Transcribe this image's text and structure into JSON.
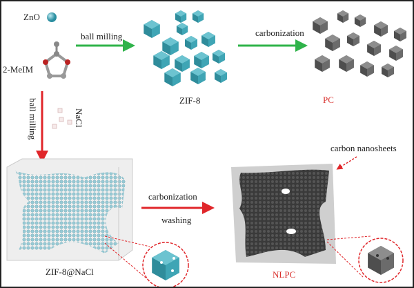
{
  "labels": {
    "zno": "ZnO",
    "memim": "2-MeIM",
    "ball_milling_top": "ball milling",
    "zif8": "ZIF-8",
    "carbonization_top": "carbonization",
    "pc": "PC",
    "ball_milling_side": "ball milling",
    "nacl": "NaCl",
    "zif8_nacl": "ZIF-8@NaCl",
    "carbonization_bottom": "carbonization",
    "washing": "washing",
    "nlpc": "NLPC",
    "carbon_nanosheets": "carbon nanosheets"
  },
  "colors": {
    "teal": "#3fa5b5",
    "gray": "#6b6b6b",
    "green_arrow": "#2fb34a",
    "red_arrow": "#e0262a",
    "red_text": "#d9302c"
  }
}
